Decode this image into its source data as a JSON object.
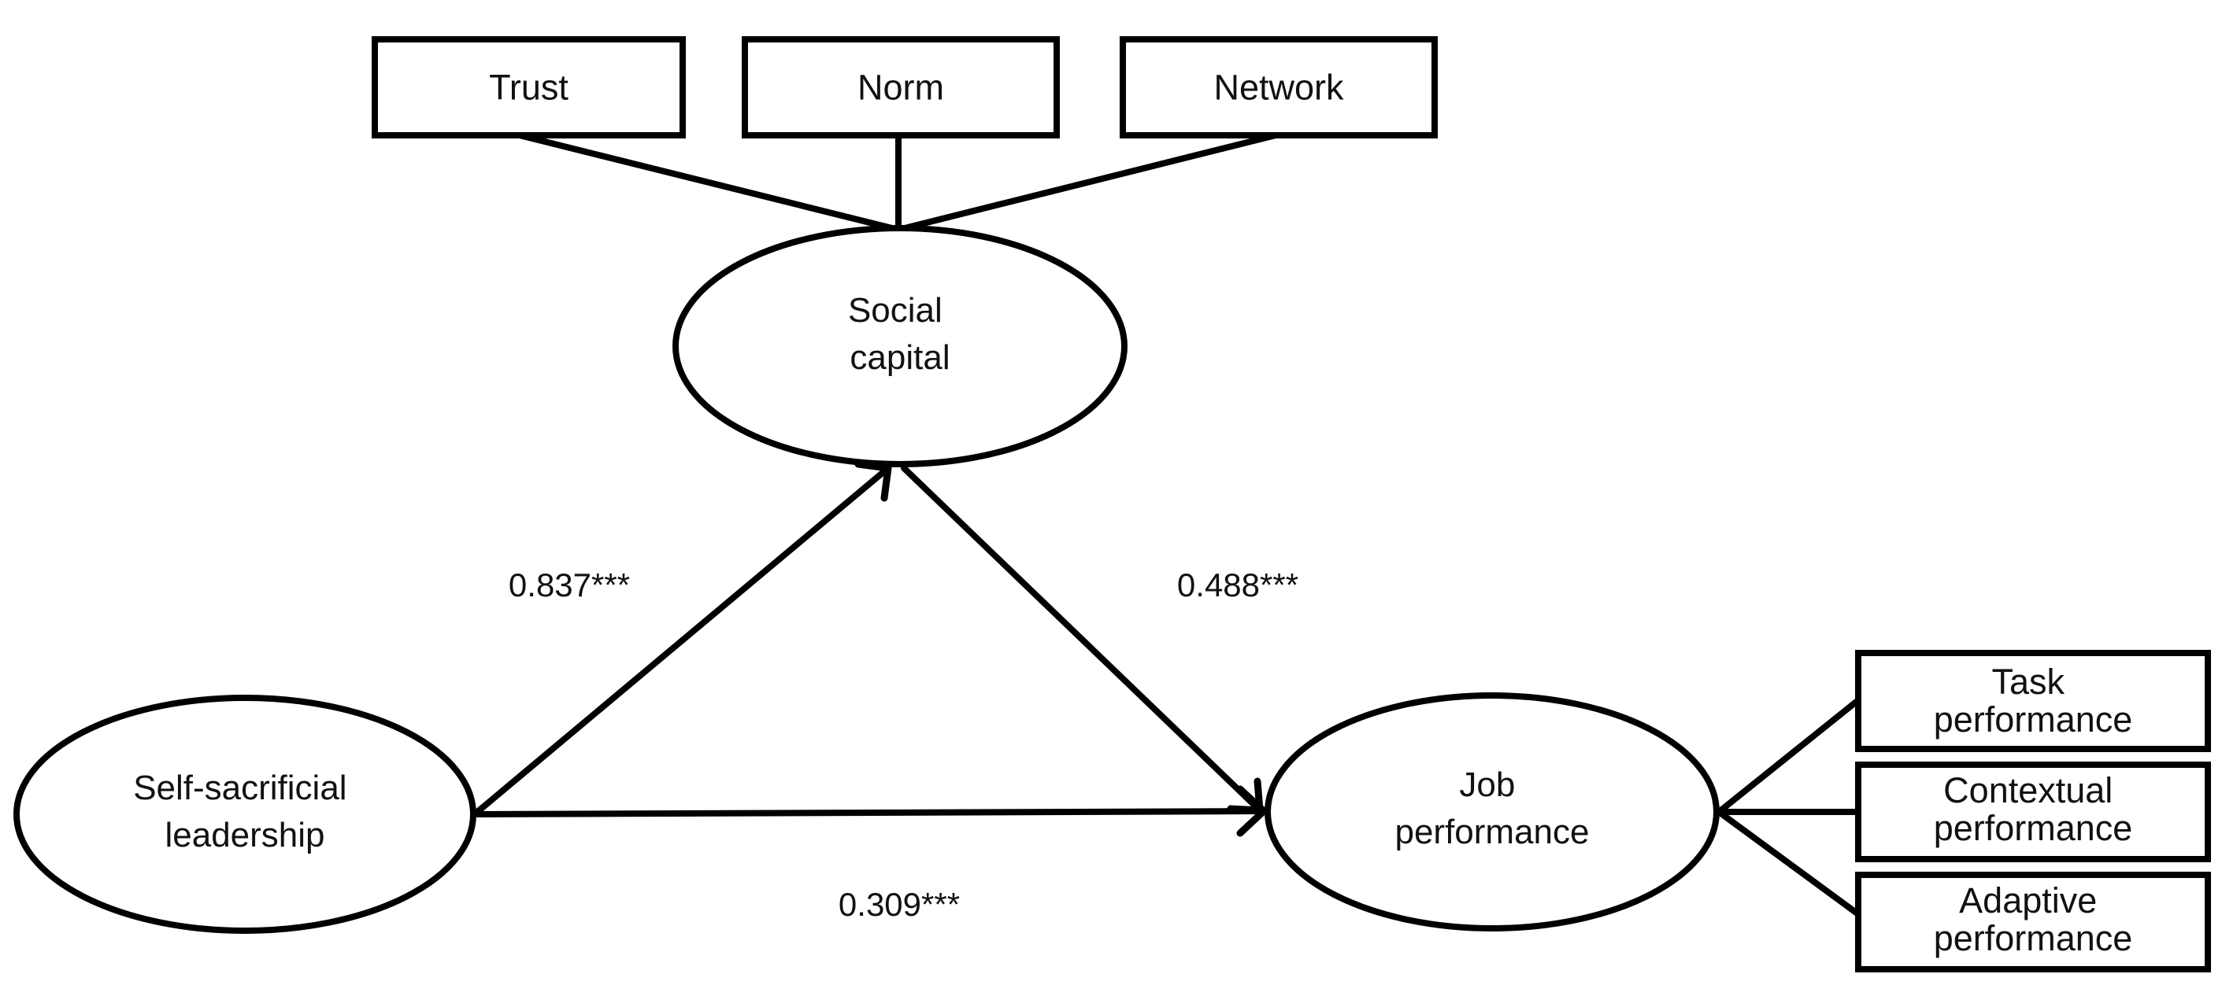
{
  "nodes": {
    "trust": "Trust",
    "norm": "Norm",
    "network": "Network",
    "social_capital": [
      "Social",
      "capital"
    ],
    "self_sacrificial_leadership": [
      "Self-sacrificial",
      "leadership"
    ],
    "job_performance": [
      "Job",
      "performance"
    ],
    "task_performance": [
      "Task",
      "performance"
    ],
    "contextual_performance": [
      "Contextual",
      "performance"
    ],
    "adaptive_performance": [
      "Adaptive",
      "performance"
    ]
  },
  "paths": {
    "leadership_to_social_capital": "0.837***",
    "social_capital_to_job_performance": "0.488***",
    "leadership_to_job_performance": "0.309***"
  }
}
